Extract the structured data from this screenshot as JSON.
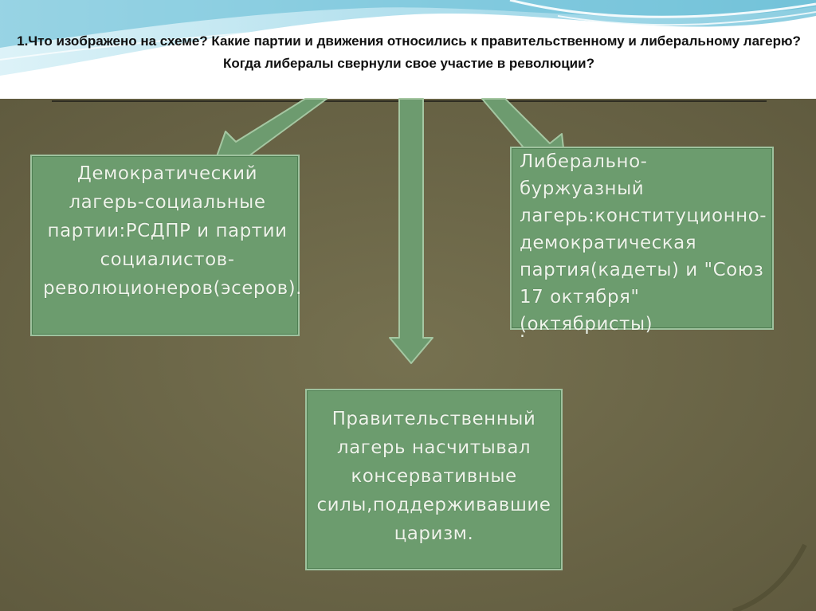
{
  "slide": {
    "question": "1.Что изображено на схеме? Какие партии и движения относились к правительственному и либеральному лагерю? Когда либералы свернули свое участие в революции?"
  },
  "diagram": {
    "left_box": "Демократический лагерь-социальные партии:РСДПР и партии социалистов-революционеров(эсеров).",
    "right_box": "Либерально-буржуазный лагерь:конституционно-демократическая партия(кадеты) и \"Союз 17 октября\"(октябристы)",
    "right_box_trailing": ".",
    "bottom_box": "Правительственный лагерь насчитывал консервативные силы,поддерживавшие царизм."
  },
  "colors": {
    "board": "#6d6848",
    "box_fill": "#6c9c6e",
    "box_border": "#9ec29e",
    "arrow_fill": "#6d9b6f",
    "header_wave": "#8fd3e6"
  }
}
